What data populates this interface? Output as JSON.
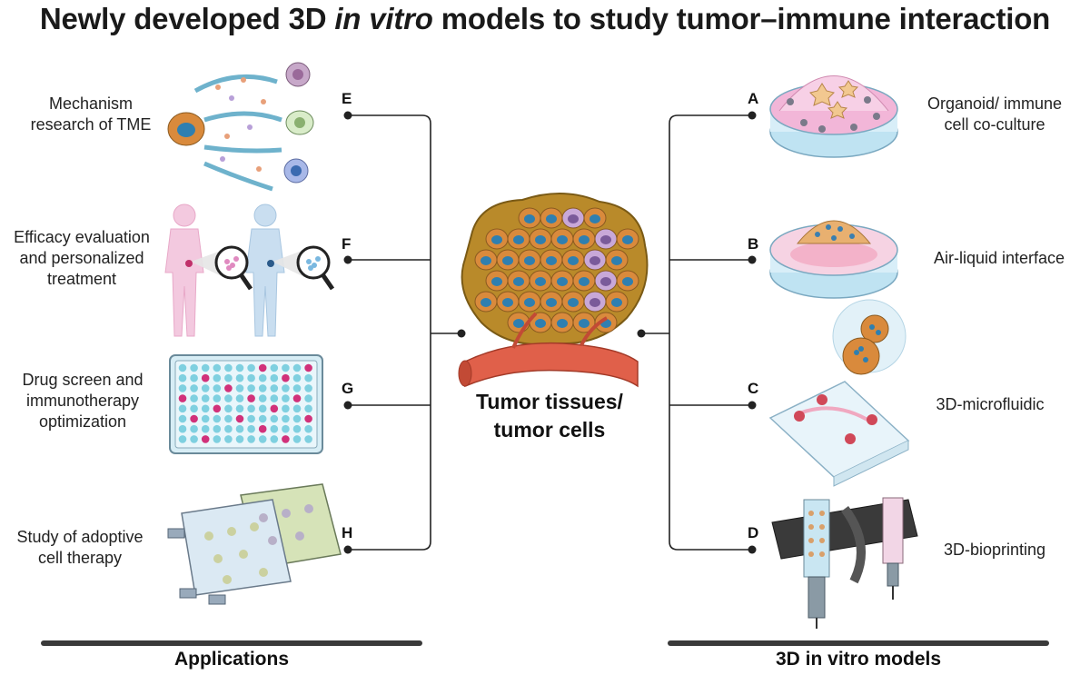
{
  "title": {
    "part1": "Newly developed 3D ",
    "italic": "in vitro",
    "part2": " models to study tumor–immune interaction"
  },
  "center_label": {
    "line1": "Tumor tissues/",
    "line2": "tumor cells"
  },
  "applications": {
    "heading": "Applications",
    "items": [
      {
        "letter": "E",
        "line1": "Mechanism",
        "line2": "research of TME",
        "line3": ""
      },
      {
        "letter": "F",
        "line1": "Efficacy evaluation",
        "line2": "and personalized",
        "line3": "treatment"
      },
      {
        "letter": "G",
        "line1": "Drug screen and",
        "line2": "immunotherapy",
        "line3": "optimization"
      },
      {
        "letter": "H",
        "line1": "Study of adoptive",
        "line2": "cell therapy",
        "line3": ""
      }
    ]
  },
  "models": {
    "heading": "3D in vitro models",
    "items": [
      {
        "letter": "A",
        "line1": "Organoid/ immune",
        "line2": "cell co-culture"
      },
      {
        "letter": "B",
        "line1": "Air-liquid interface",
        "line2": ""
      },
      {
        "letter": "C",
        "line1": "3D-microfluidic",
        "line2": ""
      },
      {
        "letter": "D",
        "line1": "3D-bioprinting",
        "line2": ""
      }
    ]
  },
  "colors": {
    "line": "#222222",
    "bar": "#3a3a3a",
    "tumor_cell": "#d98a3c",
    "nucleus": "#2f7fb0",
    "vessel": "#e0604a",
    "dish": "#cfe9f5",
    "pink": "#f2b6d8",
    "wellplate_magenta": "#d1317a"
  }
}
